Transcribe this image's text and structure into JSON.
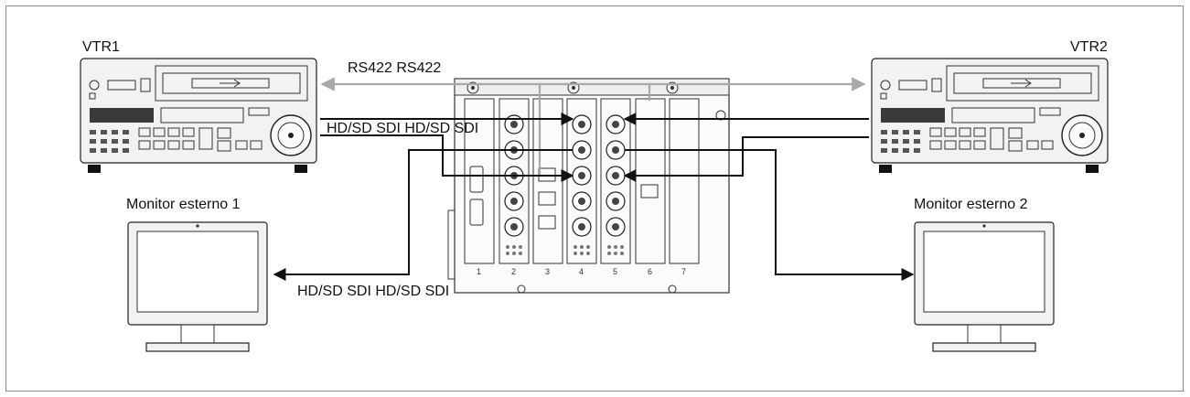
{
  "devices": {
    "vtr1": {
      "label": "VTR1"
    },
    "vtr2": {
      "label": "VTR2"
    },
    "monitor1": {
      "label": "Monitor esterno 1"
    },
    "monitor2": {
      "label": "Monitor esterno 2"
    }
  },
  "cables": {
    "rs422_label": "RS422 RS422",
    "sdi_top_label": "HD/SD SDI HD/SD SDI",
    "sdi_bottom_label": "HD/SD SDI HD/SD SDI"
  },
  "chassis": {
    "slot_numbers": [
      "1",
      "2",
      "3",
      "4",
      "5",
      "6",
      "7"
    ]
  },
  "colors": {
    "rs422_line": "#a8a8a8",
    "video_line": "#111111",
    "frame": "#8a8a8a"
  }
}
